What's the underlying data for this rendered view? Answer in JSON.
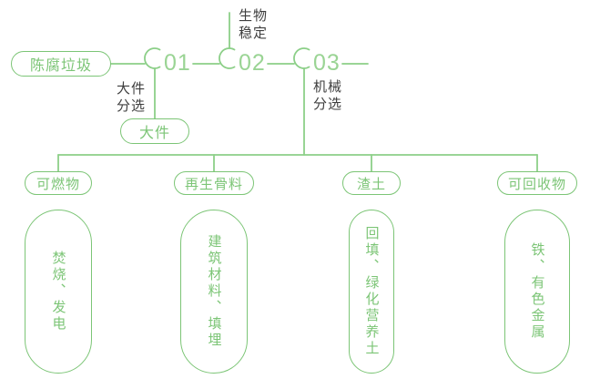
{
  "colors": {
    "accent": "#7cc576",
    "line": "#8ccf88",
    "number": "#9ad494",
    "label_text": "#3e3e3e"
  },
  "source": {
    "label": "陈腐垃圾"
  },
  "steps": [
    {
      "number": "01",
      "label_line1": "大件",
      "label_line2": "分选"
    },
    {
      "number": "02",
      "label_line1": "生物",
      "label_line2": "稳定"
    },
    {
      "number": "03",
      "label_line1": "机械",
      "label_line2": "分选"
    }
  ],
  "large_item_node": {
    "label": "大件"
  },
  "branches": [
    {
      "label": "可燃物",
      "detail": "焚烧、发电"
    },
    {
      "label": "再生骨料",
      "detail": "建筑材料、填埋"
    },
    {
      "label": "渣土",
      "detail": "回填、绿化营养土"
    },
    {
      "label": "可回收物",
      "detail": "铁、有色金属"
    }
  ]
}
